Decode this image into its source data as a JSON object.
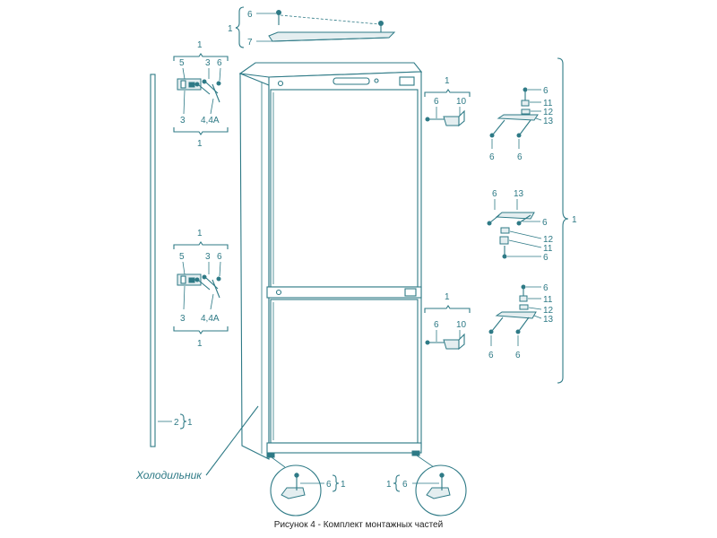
{
  "diagram": {
    "caption": "Рисунок 4 - Комплект монтажных частей",
    "fridge_label": "Холодильник",
    "top_strip": {
      "group_label": "1",
      "screw_label": "6",
      "strip_label": "7"
    },
    "hinge_upper": {
      "group_label": "1",
      "labels": [
        "5",
        "3",
        "6",
        "3",
        "4,4A"
      ],
      "group_label_bottom": "1"
    },
    "hinge_lower": {
      "group_label": "1",
      "labels": [
        "5",
        "3",
        "6",
        "3",
        "4,4A"
      ],
      "group_label_bottom": "1"
    },
    "side_strip": {
      "part_label": "2",
      "group_label": "1"
    },
    "bracket_upper": {
      "group_label": "1",
      "labels": [
        "6",
        "10"
      ]
    },
    "bracket_lower": {
      "group_label": "1",
      "labels": [
        "6",
        "10"
      ]
    },
    "right_assembly": {
      "group_label": "1",
      "top": [
        "6",
        "11",
        "12",
        "13",
        "6",
        "6"
      ],
      "middle": [
        "6",
        "13",
        "6",
        "12",
        "11",
        "6"
      ],
      "bottom": [
        "6",
        "11",
        "12",
        "13",
        "6",
        "6"
      ]
    },
    "foot_left": {
      "screw_label": "6",
      "group_label": "1"
    },
    "foot_right": {
      "screw_label": "6",
      "group_label": "1"
    }
  }
}
